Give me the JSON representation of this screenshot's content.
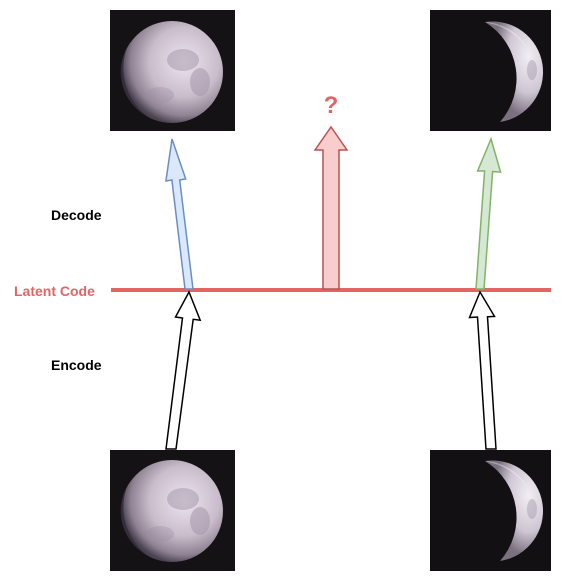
{
  "labels": {
    "decode": "Decode",
    "encode": "Encode",
    "latent_code": "Latent Code",
    "unknown": "?"
  },
  "images": {
    "top_left": "moon-mostly-full",
    "top_right": "moon-crescent",
    "bottom_left": "moon-mostly-full",
    "bottom_right": "moon-crescent"
  },
  "colors": {
    "latent_line": "#e06666",
    "latent_text": "#e06666",
    "question_mark": "#e06666",
    "arrow_blue_fill": "#dae8fc",
    "arrow_blue_stroke": "#6c8ebf",
    "arrow_red_fill": "#f8cecc",
    "arrow_red_stroke": "#b85450",
    "arrow_green_fill": "#d5e8d4",
    "arrow_green_stroke": "#82b366",
    "arrow_white_fill": "#ffffff",
    "arrow_white_stroke": "#000000"
  }
}
